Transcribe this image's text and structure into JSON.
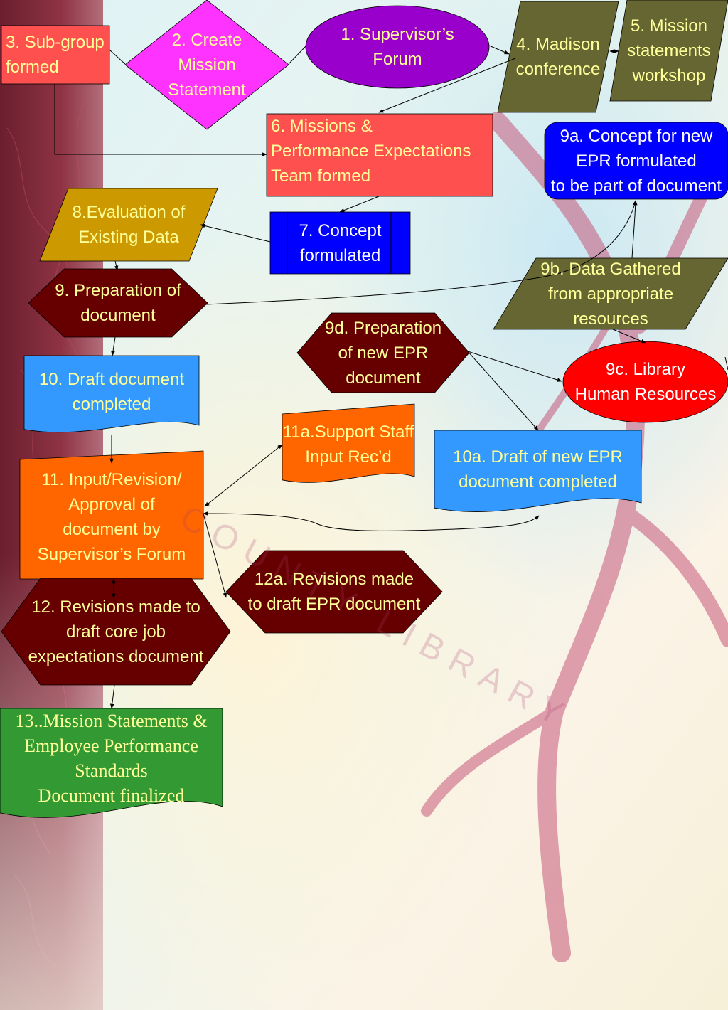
{
  "watermark": "COUNTY LIBRARY",
  "colors": {
    "background_strip": "#7a2434",
    "background_right": "#e6f4f6",
    "text_light": "#ffff99",
    "text_white": "#ffffff",
    "text_dark": "#3a3a00",
    "connector": "#000000"
  },
  "nodes": {
    "n1": {
      "label": "1. Supervisor’s\nForum",
      "shape": "ellipse",
      "fill": "#9900cc"
    },
    "n2": {
      "label": "2. Create\nMission\nStatement",
      "shape": "diamond",
      "fill": "#ff33ff"
    },
    "n3": {
      "label": "3. Sub-group\nformed",
      "shape": "rectangle",
      "fill": "#ff5050"
    },
    "n4": {
      "label": "4. Madison\nconference",
      "shape": "parallelogram",
      "fill": "#666633"
    },
    "n5": {
      "label": "5. Mission\nstatements\nworkshop",
      "shape": "parallelogram",
      "fill": "#666633"
    },
    "n6": {
      "label": "6. Missions &\nPerformance Expectations\nTeam formed",
      "shape": "rectangle",
      "fill": "#ff5050"
    },
    "n7": {
      "label": "7. Concept\nformulated",
      "shape": "predefined-process",
      "fill": "#0000ff"
    },
    "n8": {
      "label": "8.Evaluation of\nExisting Data",
      "shape": "parallelogram",
      "fill": "#cc9900"
    },
    "n9": {
      "label": "9. Preparation of\ndocument",
      "shape": "hexagon",
      "fill": "#660000"
    },
    "n9a": {
      "label": "9a. Concept for new\nEPR formulated\nto be part of document",
      "shape": "rounded-rectangle",
      "fill": "#0000ff"
    },
    "n9b": {
      "label": "9b. Data Gathered\nfrom appropriate\nresources",
      "shape": "parallelogram",
      "fill": "#666633"
    },
    "n9c": {
      "label": "9c. Library\nHuman Resources",
      "shape": "ellipse",
      "fill": "#ff0000"
    },
    "n9d": {
      "label": "9d. Preparation\nof new EPR\ndocument",
      "shape": "hexagon",
      "fill": "#660000"
    },
    "n10": {
      "label": "10. Draft document\ncompleted",
      "shape": "document",
      "fill": "#3399ff"
    },
    "n10a": {
      "label": "10a. Draft of new EPR\ndocument completed",
      "shape": "document",
      "fill": "#3399ff"
    },
    "n11": {
      "label": "11. Input/Revision/\nApproval of\ndocument by\nSupervisor’s Forum",
      "shape": "rectangle",
      "fill": "#ff6600"
    },
    "n11a": {
      "label": "11a.Support Staff\nInput Rec’d",
      "shape": "document",
      "fill": "#ff6600"
    },
    "n12": {
      "label": "12. Revisions made to\ndraft core job\nexpectations document",
      "shape": "hexagon",
      "fill": "#660000"
    },
    "n12a": {
      "label": "12a. Revisions made\nto draft EPR document",
      "shape": "hexagon",
      "fill": "#660000"
    },
    "n13": {
      "label": "13..Mission Statements &\nEmployee Performance\nStandards\nDocument finalized",
      "shape": "document",
      "fill": "#339933"
    }
  }
}
